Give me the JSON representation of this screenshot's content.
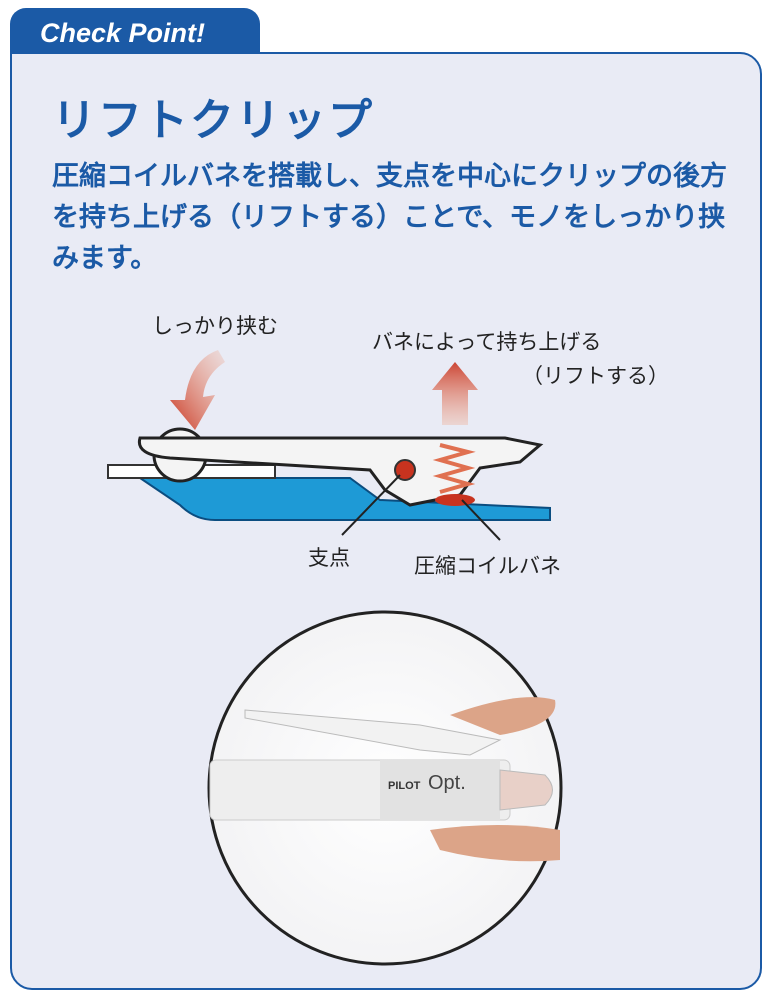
{
  "header": {
    "tab_label": "Check Point!"
  },
  "title": "リフトクリップ",
  "description": "圧縮コイルバネを搭載し、支点を中心にクリップの後方を持ち上げる（リフトする）ことで、モノをしっかり挟みます。",
  "diagram": {
    "label_grip": "しっかり挟む",
    "label_lift": "バネによって持ち上げる",
    "label_lift_sub": "（リフトする）",
    "label_fulcrum": "支点",
    "label_spring": "圧縮コイルバネ"
  },
  "photo": {
    "brand": "PILOT",
    "model": "Opt."
  },
  "colors": {
    "accent": "#1b5aa6",
    "panel_bg": "#e9ebf5",
    "arrow_red": "#c8331f",
    "body_blue": "#1e9ad6"
  }
}
